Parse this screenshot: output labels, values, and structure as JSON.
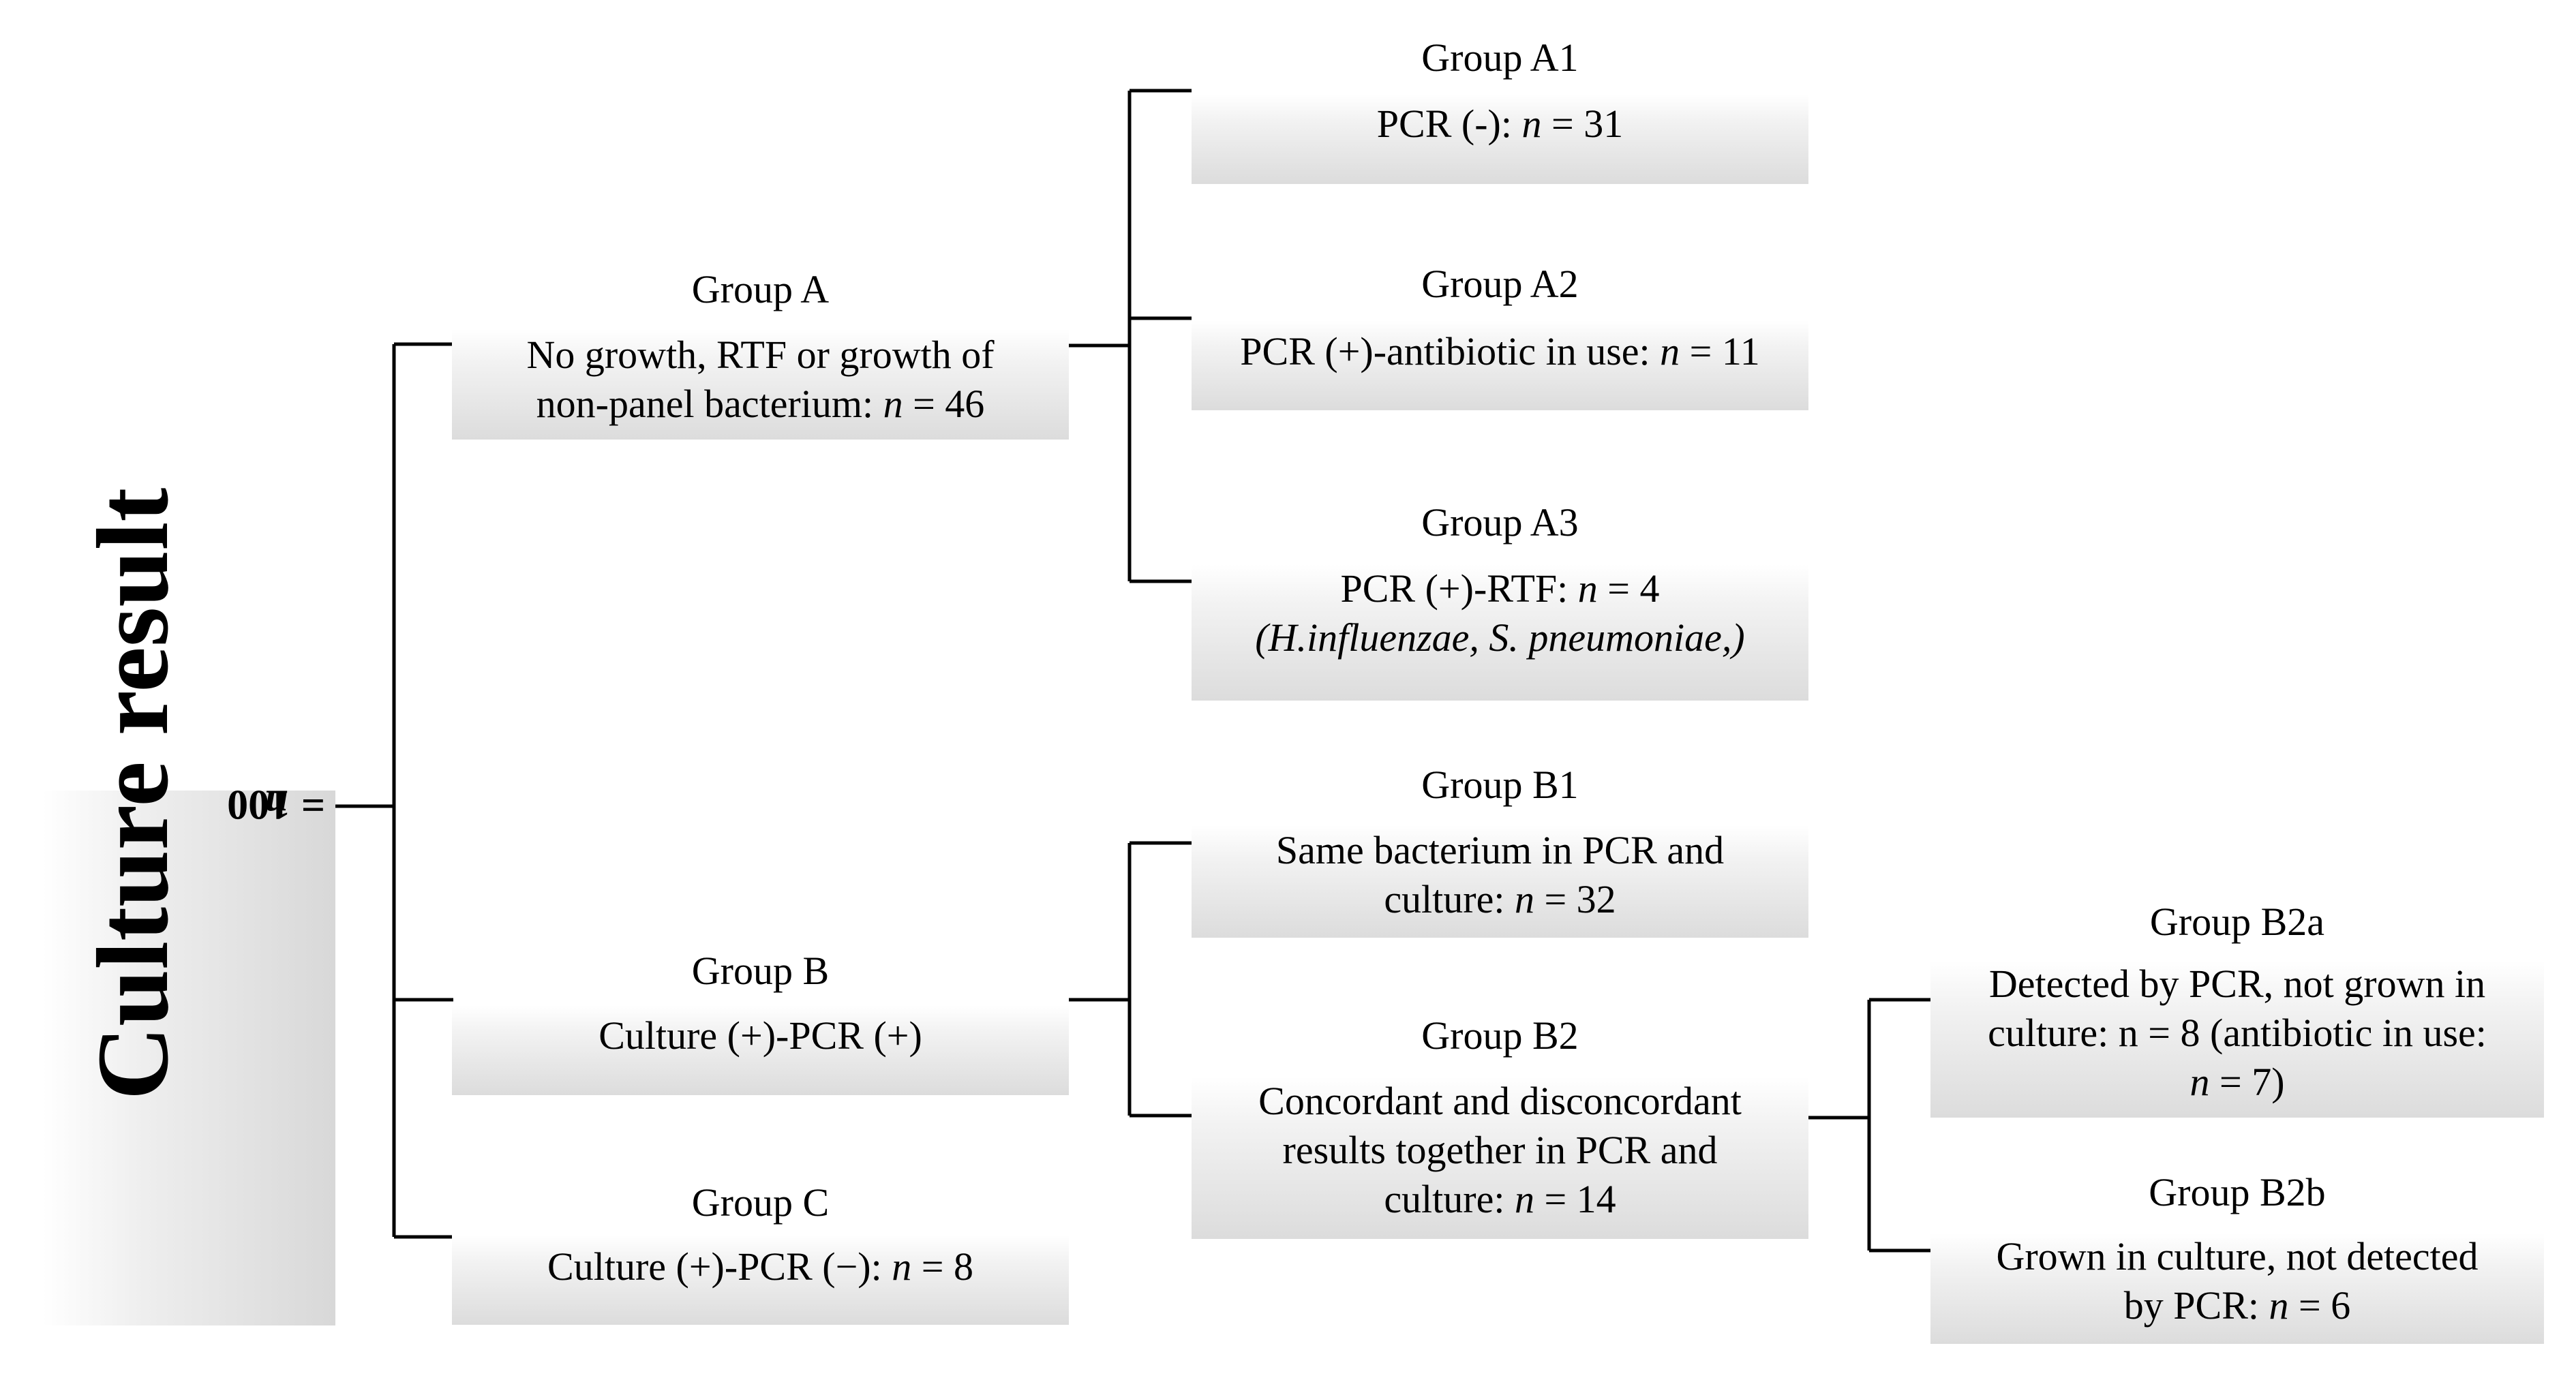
{
  "root": {
    "title": "Culture result",
    "n_label": "n",
    "n_value": "= 100"
  },
  "groups": {
    "A": {
      "title": "Group A",
      "line1": "No growth, RTF or growth of",
      "line2_prefix": "non-panel bacterium: ",
      "n_label": "n",
      "n_value": " = 46"
    },
    "A1": {
      "title": "Group A1",
      "prefix": "PCR (-): ",
      "n_label": "n",
      "n_value": " = 31"
    },
    "A2": {
      "title": "Group A2",
      "prefix": "PCR (+)-antibiotic in use: ",
      "n_label": "n",
      "n_value": " = 11"
    },
    "A3": {
      "title": "Group A3",
      "prefix": "PCR (+)-RTF: ",
      "n_label": "n",
      "n_value": " = 4",
      "line2": "(H.influenzae, S. pneumoniae,)"
    },
    "B": {
      "title": "Group B",
      "text": "Culture (+)-PCR (+)"
    },
    "B1": {
      "title": "Group B1",
      "line1": "Same bacterium in PCR and",
      "line2_prefix": "culture: ",
      "n_label": "n",
      "n_value": " = 32"
    },
    "B2": {
      "title": "Group B2",
      "line1": "Concordant and disconcordant",
      "line2": "results together in PCR and",
      "line3_prefix": "culture: ",
      "n_label": "n",
      "n_value": " = 14"
    },
    "B2a": {
      "title": "Group B2a",
      "line1": "Detected by PCR, not grown in",
      "line2": "culture: n = 8 (antibiotic in use:",
      "n_label": "n",
      "n_value": " = 7)"
    },
    "B2b": {
      "title": "Group B2b",
      "line1": "Grown in culture, not detected",
      "line2_prefix": "by PCR: ",
      "n_label": "n",
      "n_value": " = 6"
    },
    "C": {
      "title": "Group C",
      "prefix": "Culture (+)-PCR (−): ",
      "n_label": "n",
      "n_value": " =  8"
    }
  }
}
